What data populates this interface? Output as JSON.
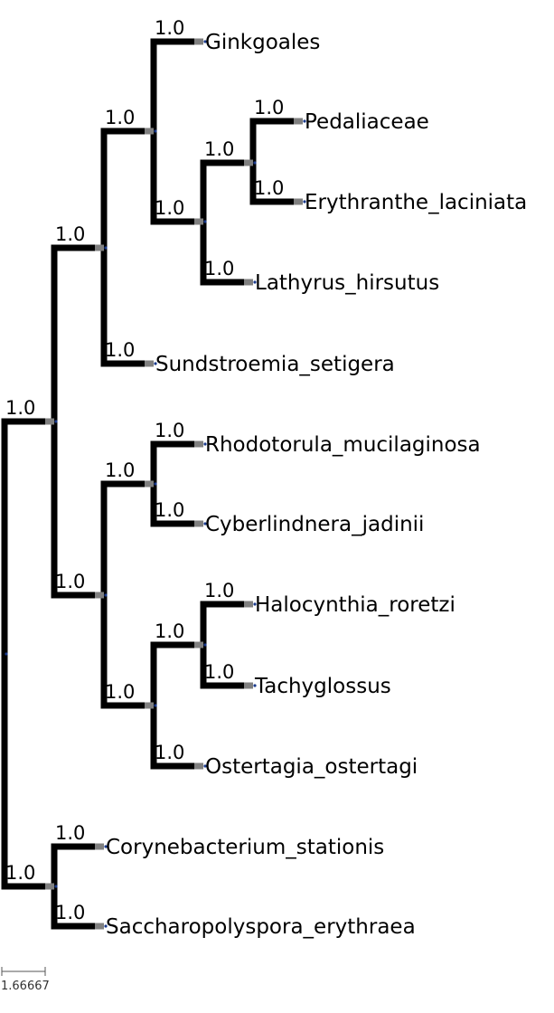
{
  "taxa": {
    "ginkgoales": "Ginkgoales",
    "pedaliaceae": "Pedaliaceae",
    "erythranthe": "Erythranthe_laciniata",
    "lathyrus": "Lathyrus_hirsutus",
    "sundstroemia": "Sundstroemia_setigera",
    "rhodotorula": "Rhodotorula_mucilaginosa",
    "cyberlindnera": "Cyberlindnera_jadinii",
    "halocynthia": "Halocynthia_roretzi",
    "tachyglossus": "Tachyglossus",
    "ostertagia": "Ostertagia_ostertagi",
    "corynebacterium": "Corynebacterium_stationis",
    "saccharopolyspora": "Saccharopolyspora_erythraea"
  },
  "support_value": "1.0",
  "scale_bar": {
    "label": "1.66667"
  },
  "colors": {
    "branch": "#000000",
    "stub": "#808080",
    "node_dot": "#1a3a8c"
  }
}
